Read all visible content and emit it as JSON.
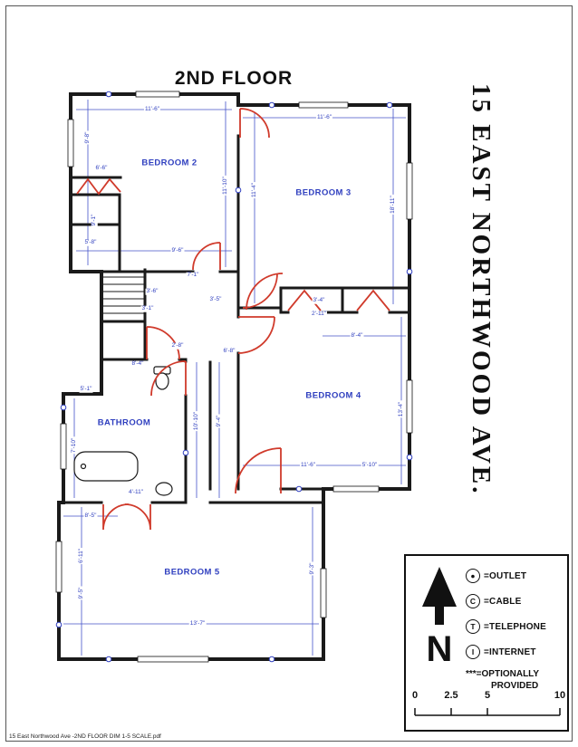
{
  "page": {
    "title": "2ND FLOOR",
    "side_title": "15 EAST NORTHWOOD AVE.",
    "footer_filename": "15 East Northwood Ave -2ND FLOOR DIM 1-5 SCALE.pdf"
  },
  "colors": {
    "wall": "#1a1a1a",
    "dimension_blue": "#2f3fbf",
    "door_red": "#d03a2b"
  },
  "rooms": [
    {
      "label": "BEDROOM 2"
    },
    {
      "label": "BEDROOM 3"
    },
    {
      "label": "BEDROOM 4"
    },
    {
      "label": "BATHROOM"
    },
    {
      "label": "BEDROOM 5"
    }
  ],
  "dims": [
    "11'-6\"",
    "9'-8\"",
    "6'-6\"",
    "9'-1\"",
    "5'-8\"",
    "9'-6\"",
    "11'-10\"",
    "11'-4\"",
    "11'-6\"",
    "18'-11\"",
    "3'-6\"",
    "3'-1\"",
    "7'-1\"",
    "3'-5\"",
    "2'-8\"",
    "6'-8\"",
    "3'-4\"",
    "2'-11\"",
    "8'-4\"",
    "10'-10\"",
    "9'-4\"",
    "13'-4\"",
    "11'-6\"",
    "5'-10\"",
    "8'-4\"",
    "5'-1\"",
    "7'-10\"",
    "4'-11\"",
    "8'-5\"",
    "6'-11\"",
    "9'-5\"",
    "13'-7\"",
    "9'-3\""
  ],
  "legend": {
    "north_label": "N",
    "items": [
      {
        "symbol": "●",
        "label": "=OUTLET"
      },
      {
        "symbol": "C",
        "label": "=CABLE"
      },
      {
        "symbol": "T",
        "label": "=TELEPHONE"
      },
      {
        "symbol": "I",
        "label": "=INTERNET"
      }
    ],
    "note_line1": "***=OPTIONALLY",
    "note_line2": "PROVIDED",
    "scale_ticks": [
      "0",
      "2.5",
      "5",
      "10"
    ]
  }
}
